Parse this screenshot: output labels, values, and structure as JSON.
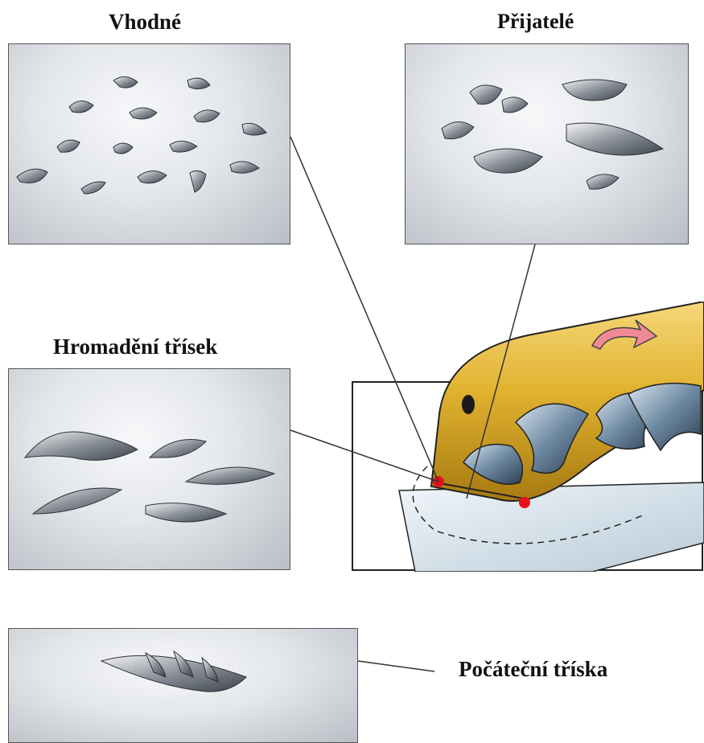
{
  "labels": {
    "suitable": "Vhodné",
    "acceptable": "Přijatelé",
    "chip_accumulation": "Hromadění třísek",
    "initial_chip": "Počáteční tříska"
  },
  "colors": {
    "photo_background": "#dde1e6",
    "chip_metal": "#9aa0a8",
    "drill_gold": "#e0b22f",
    "workpiece_blue": "#d9e4ec",
    "rotation_arrow": "#f08a95",
    "contact_point": "#e8111b",
    "leader_line": "#333333"
  },
  "annotations": {
    "rotation_arrow": "arrow-icon",
    "contact_points": 2
  }
}
